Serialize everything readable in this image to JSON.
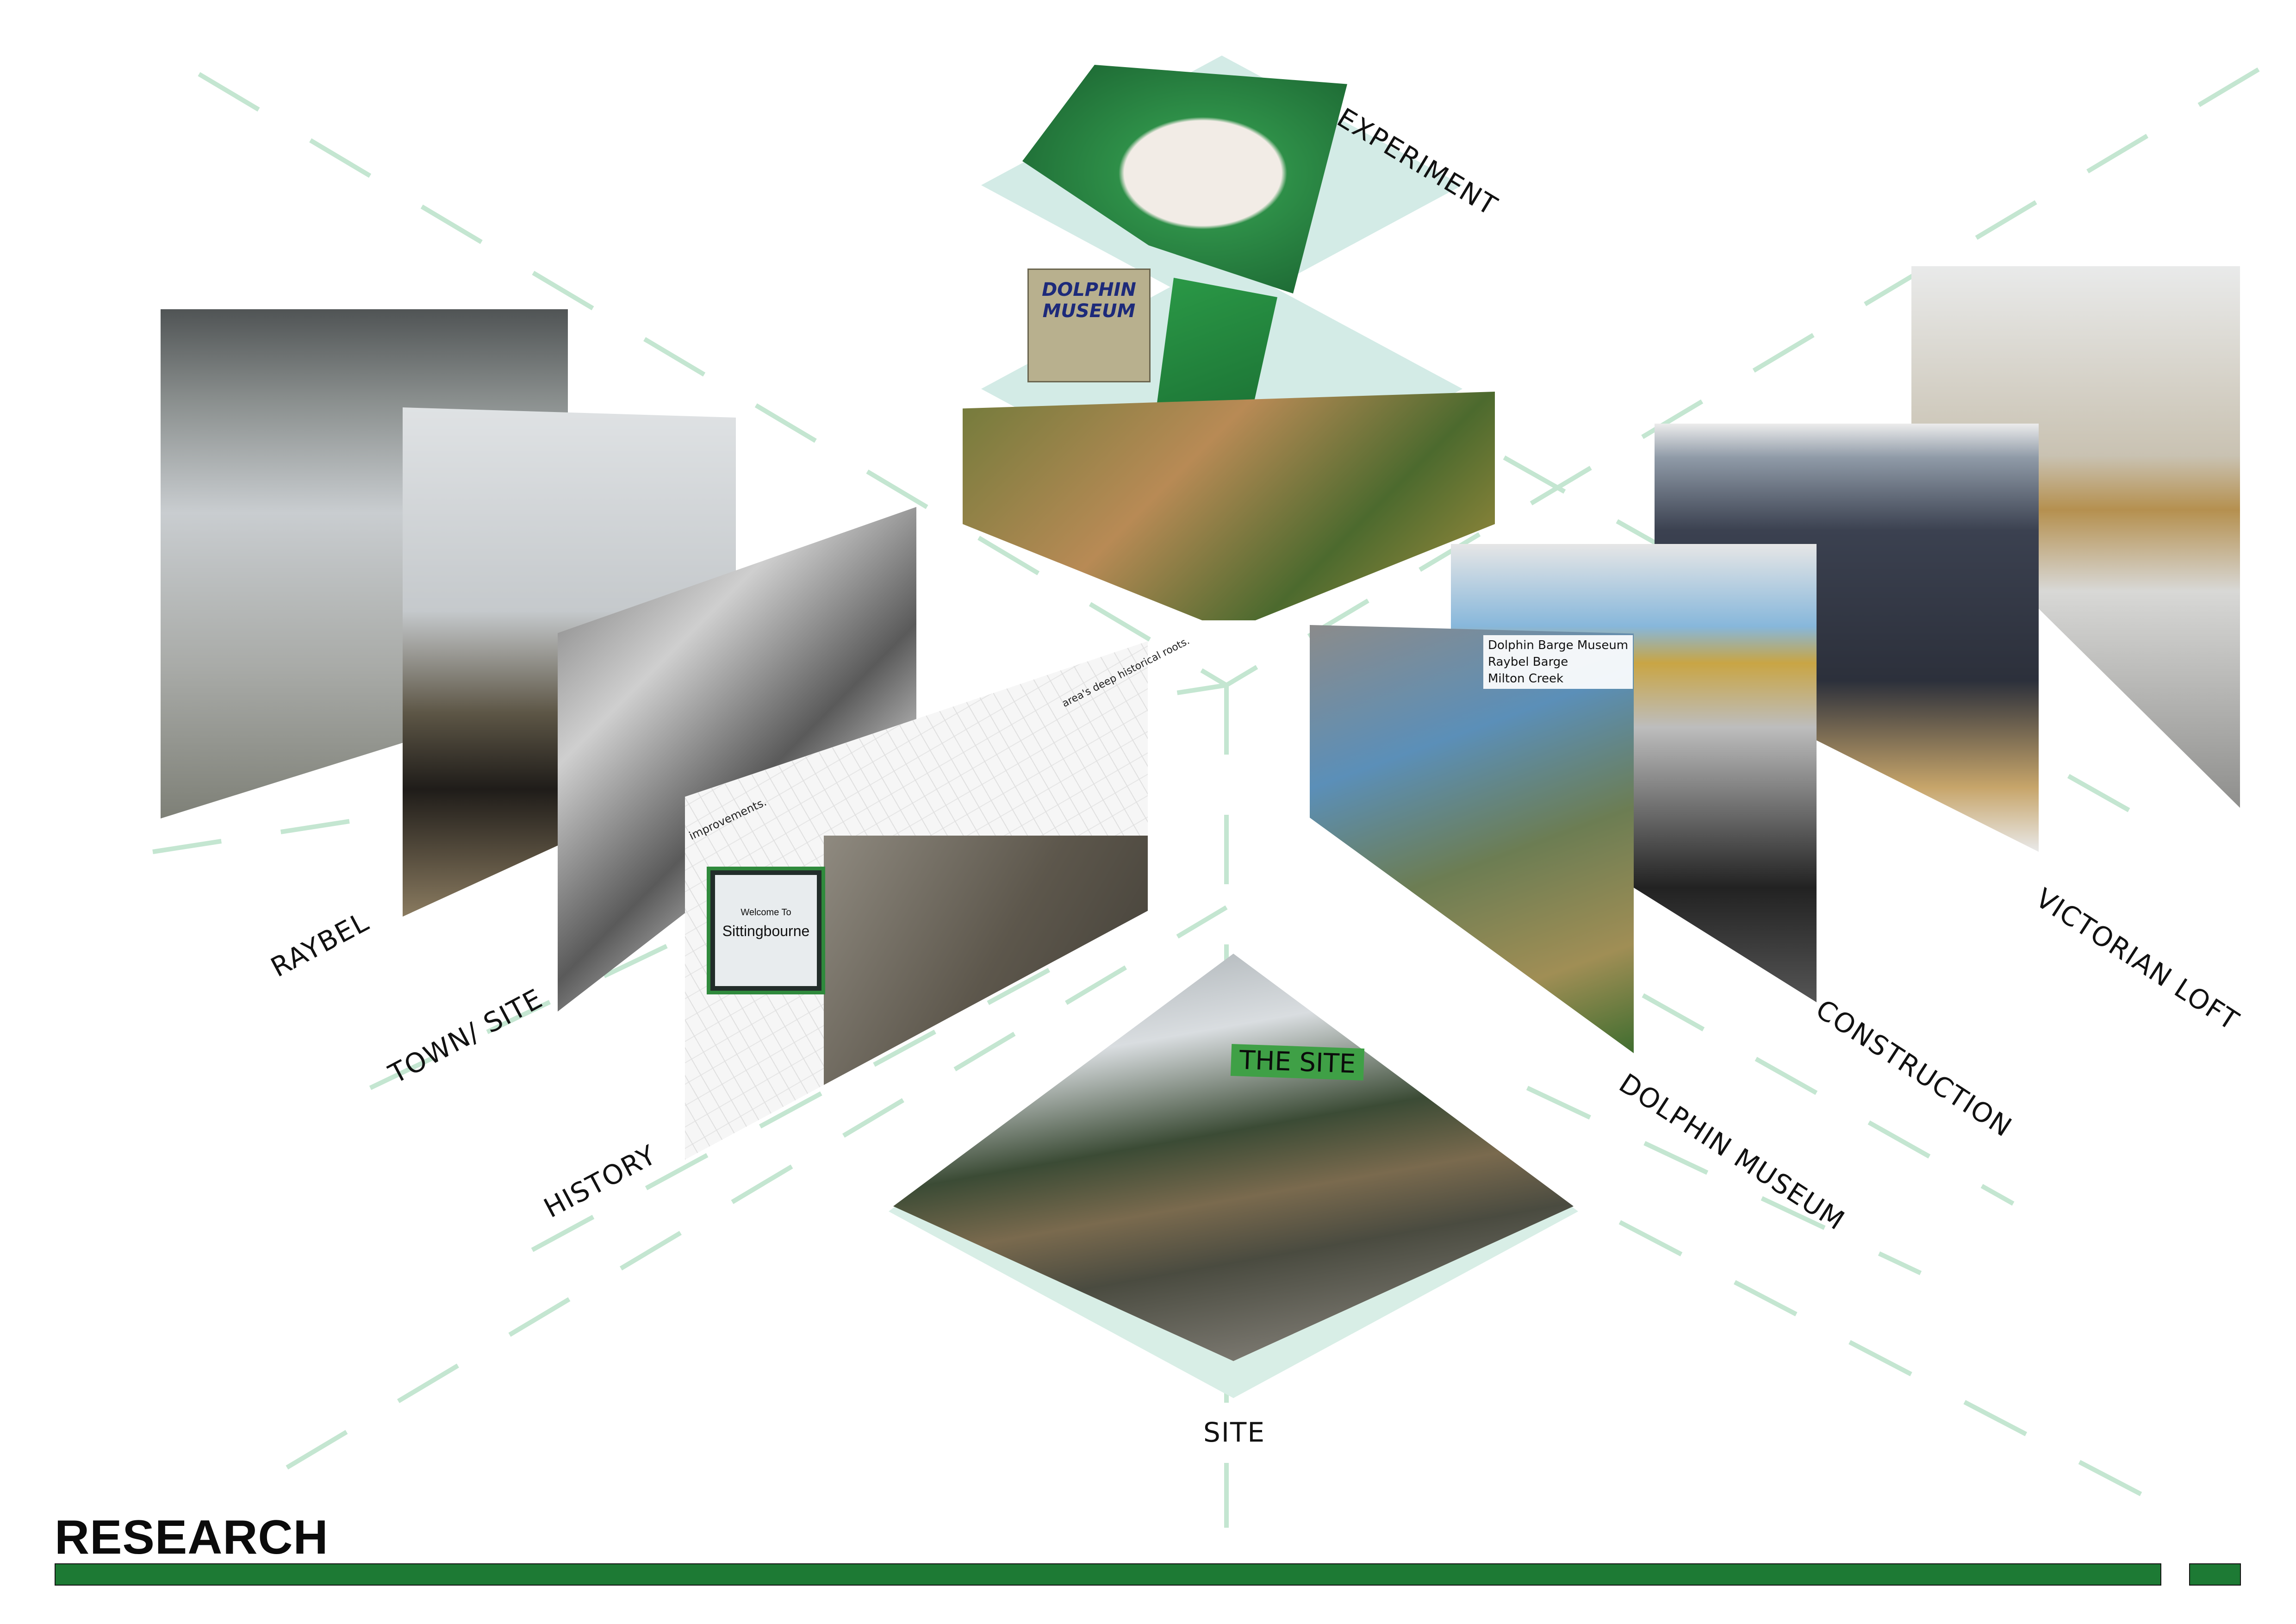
{
  "page": {
    "title": "RESEARCH",
    "accent_color": "#1d7a34",
    "guide_color": "#bfe3cc",
    "plate_color": "#d3ebe6"
  },
  "categories": [
    {
      "id": "experiment",
      "label": "EXPERIMENT"
    },
    {
      "id": "raybel",
      "label": "RAYBEL"
    },
    {
      "id": "town-site",
      "label": "TOWN/ SITE"
    },
    {
      "id": "history",
      "label": "HISTORY"
    },
    {
      "id": "site",
      "label": "SITE"
    },
    {
      "id": "dolphin-museum",
      "label": "DOLPHIN MUSEUM"
    },
    {
      "id": "construction",
      "label": "CONSTRUCTION"
    },
    {
      "id": "victorian-loft",
      "label": "VICTORIAN LOFT"
    }
  ],
  "experiment_model": {
    "hut_sign": "DOLPHIN MUSEUM"
  },
  "history_panel": {
    "caption_top": "area's deep historical roots.",
    "caption_left": "improvements.",
    "sign_line1": "Welcome To",
    "sign_line2": "Sittingbourne"
  },
  "dolphin_panel": {
    "legend": [
      "Dolphin Barge Museum",
      "Raybel Barge",
      "Milton Creek"
    ]
  },
  "site_panel": {
    "tag": "THE SITE"
  }
}
